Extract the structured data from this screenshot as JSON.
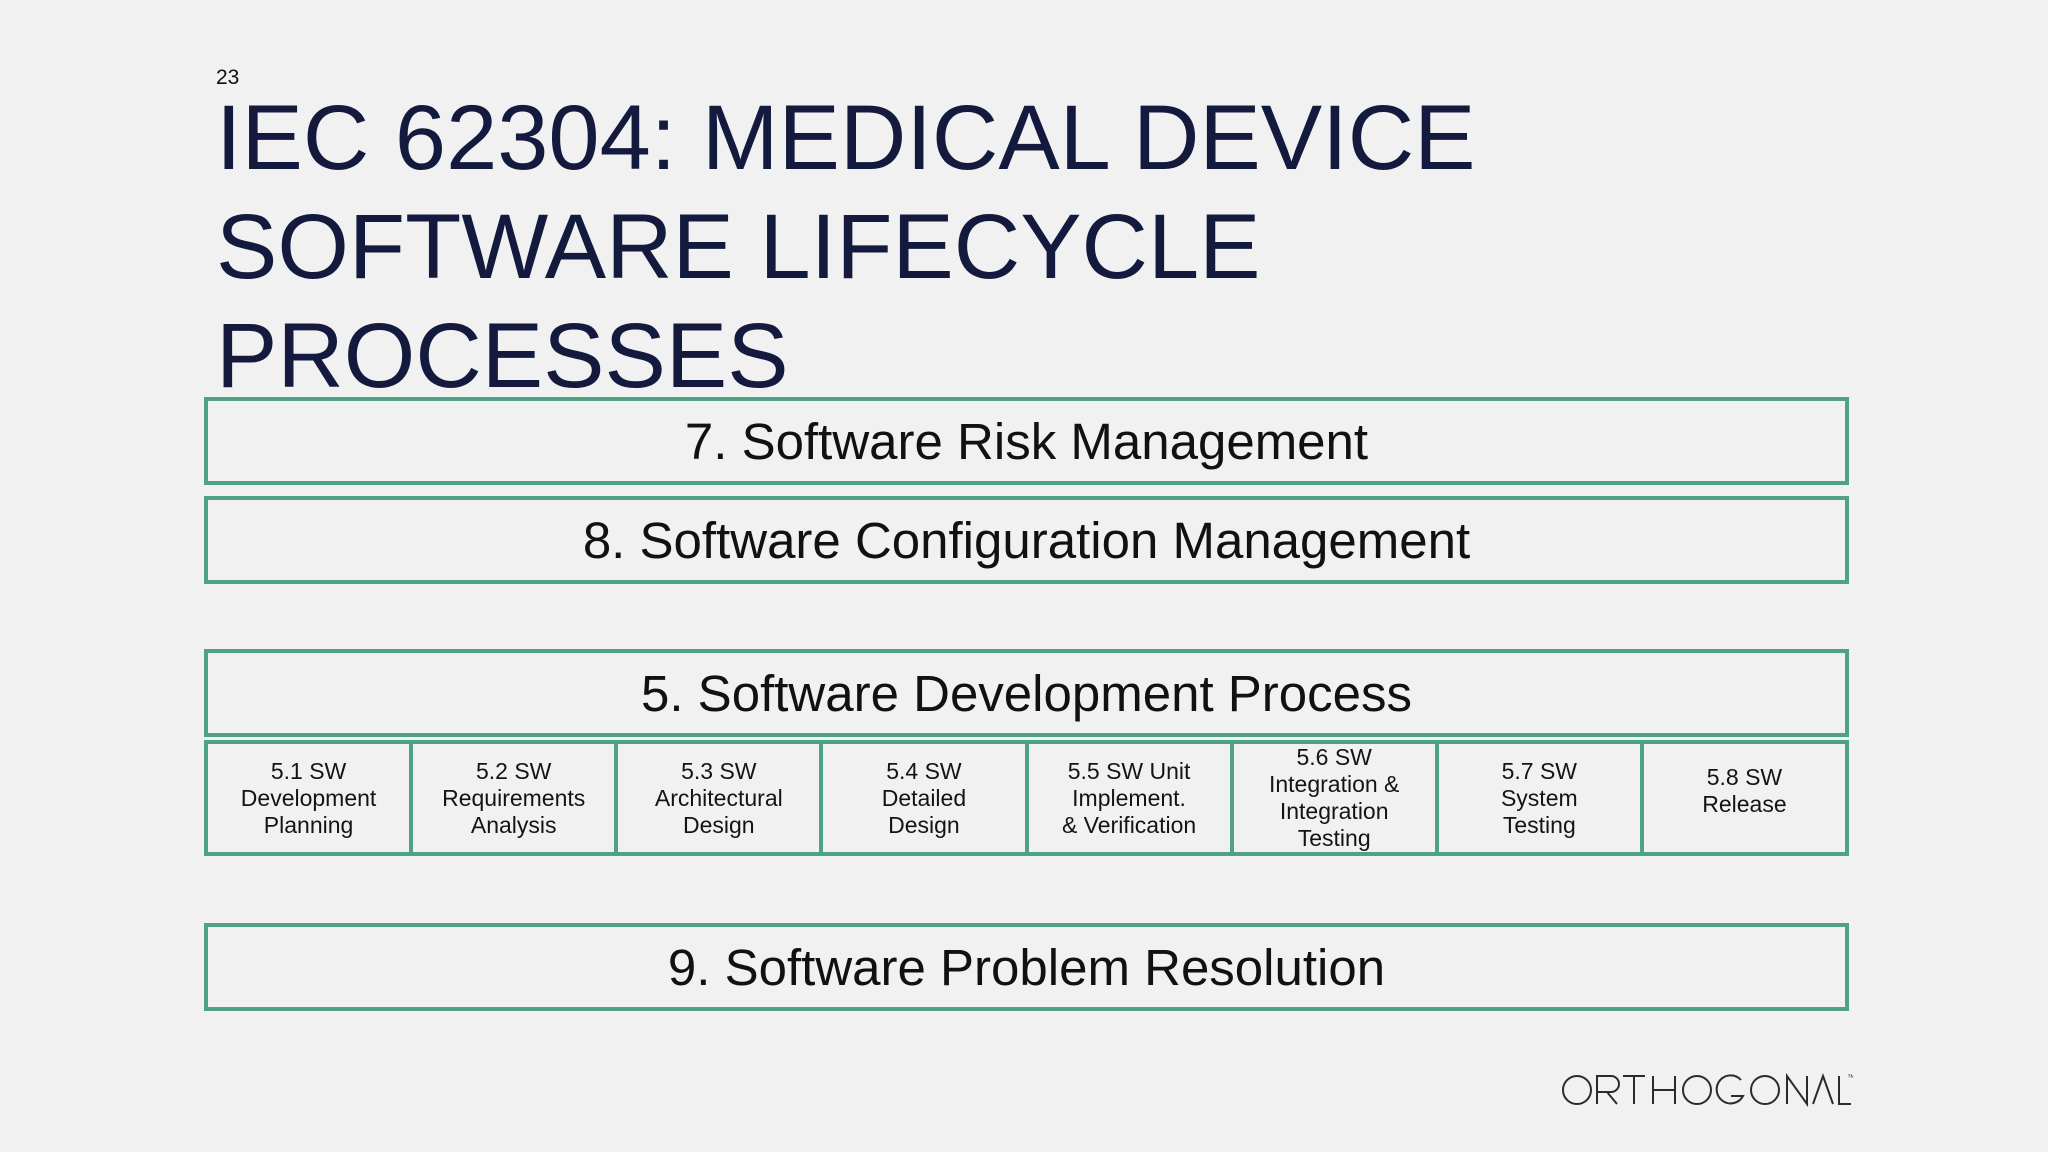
{
  "slide": {
    "number": "23",
    "title_lines": [
      "IEC 62304: MEDICAL DEVICE",
      "SOFTWARE LIFECYCLE",
      "PROCESSES"
    ]
  },
  "boxes": {
    "risk": "7. Software Risk Management",
    "config": "8. Software Configuration Management",
    "dev": "5. Software Development Process",
    "problem": "9. Software Problem Resolution"
  },
  "subprocesses": [
    "5.1 SW\nDevelopment\nPlanning",
    "5.2 SW\nRequirements\nAnalysis",
    "5.3 SW\nArchitectural\nDesign",
    "5.4 SW\nDetailed\nDesign",
    "5.5 SW Unit\nImplement.\n& Verification",
    "5.6 SW\nIntegration &\nIntegration\nTesting",
    "5.7 SW\nSystem\nTesting",
    "5.8 SW\nRelease"
  ],
  "logo": {
    "text": "ORTHOGONAL",
    "trademark": "™"
  },
  "colors": {
    "background": "#f1f1f2",
    "title": "#141a3d",
    "border": "#4ea386"
  }
}
